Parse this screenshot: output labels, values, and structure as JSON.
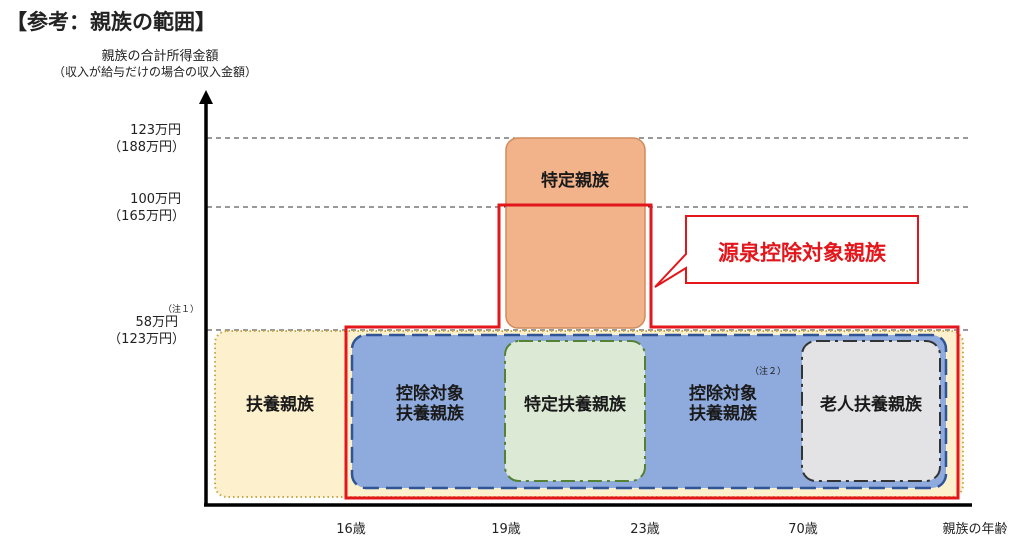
{
  "title": "【参考：親族の範囲】",
  "y_axis": {
    "title": "親族の合計所得金額",
    "subtitle": "（収入が給与だけの場合の収入金額）",
    "levels": [
      {
        "main": "123万円",
        "sub": "（188万円）"
      },
      {
        "main": "100万円",
        "sub": "（165万円）"
      },
      {
        "main": "58万円",
        "sub": "（123万円）",
        "note": "（注１）"
      }
    ]
  },
  "x_axis": {
    "title": "親族の年齢",
    "ticks": [
      "16歳",
      "19歳",
      "23歳",
      "70歳"
    ]
  },
  "boxes": {
    "fuyou": "扶養親族",
    "koujo_1_line1": "控除対象",
    "koujo_1_line2": "扶養親族",
    "tokutei_fuyou": "特定扶養親族",
    "koujo_2_line1": "控除対象",
    "koujo_2_line2": "扶養親族",
    "koujo_2_note": "（注２）",
    "roujin": "老人扶養親族",
    "tokutei_shinzoku": "特定親族"
  },
  "callout": "源泉控除対象親族",
  "colors": {
    "yellow": "#fdf0cc",
    "blue": "#8faadc",
    "green": "#dbe9d5",
    "gray": "#e3e3e6",
    "orange": "#f2b38a",
    "red": "#e3161b"
  }
}
